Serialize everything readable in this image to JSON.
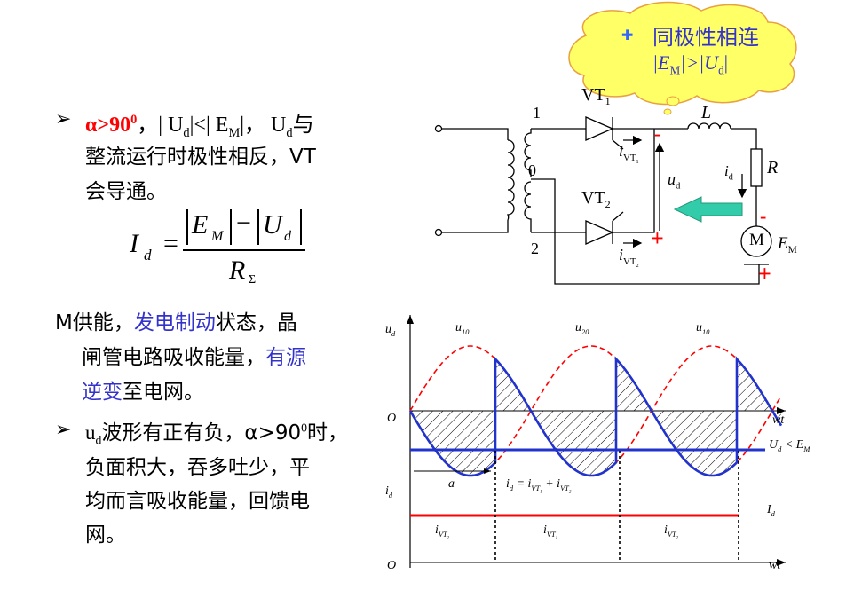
{
  "left_text": {
    "p1_lead": "α>90",
    "p1_sup": "0",
    "p1_a": "，| U",
    "p1_d1": "d",
    "p1_b": "|<| E",
    "p1_m": "M",
    "p1_c": "|， U",
    "p1_d2": "d",
    "p1_d": "与",
    "p1_line2": "整流运行时极性相反，VT",
    "p1_line3": "会导通。",
    "formula": {
      "lhs": "I",
      "lhs_sub": "d",
      "eq": "=",
      "num_a": "E",
      "num_a_sub": "M",
      "num_minus": "−",
      "num_b": "U",
      "num_b_sub": "d",
      "den": "R",
      "den_sub": "Σ"
    },
    "p2_a": "M供能，",
    "p2_blue1": "发电制动",
    "p2_b": "状态，晶",
    "p2_line2_a": "闸管电路吸收能量，",
    "p2_blue2": "有源",
    "p2_line3_blue": "逆变",
    "p2_line3_b": "至电网。",
    "p3_a": "u",
    "p3_d": "d",
    "p3_b": "波形有正有负，α>90",
    "p3_sup": "0",
    "p3_c": "时，",
    "p3_line2": "负面积大，吞多吐少，平",
    "p3_line3": "均而言吸收能量，回馈电",
    "p3_line4": "网。"
  },
  "cloud": {
    "bullet": "✚",
    "line1": "同极性相连",
    "line2_a": "|E",
    "line2_m": "M",
    "line2_b": "|>|U",
    "line2_d": "d",
    "line2_c": "|"
  },
  "circuit": {
    "vt1": "VT",
    "vt1_sub": "1",
    "vt2": "VT",
    "vt2_sub": "2",
    "node1": "1",
    "node0": "0",
    "node2": "2",
    "L": "L",
    "R": "R",
    "M": "M",
    "EM": "E",
    "EM_sub": "M",
    "ivt1": "i",
    "ivt1_sub": "VT",
    "ivt1_sub2": "1",
    "ivt2": "i",
    "ivt2_sub": "VT",
    "ivt2_sub2": "2",
    "ud": "u",
    "ud_sub": "d",
    "id": "i",
    "id_sub": "d",
    "minus": "-",
    "plus": "+"
  },
  "waveform": {
    "ud": "u",
    "ud_sub": "d",
    "u10a": "u",
    "u10a_sub": "10",
    "u20": "u",
    "u20_sub": "20",
    "u10b": "u",
    "u10b_sub": "10",
    "O1": "O",
    "wt1": "wt",
    "ud_em": "U",
    "ud_em_sub": "d",
    "ud_em_b": "< E",
    "ud_em_sub2": "M",
    "alpha": "a",
    "id_eq": "i",
    "id_eq_sub": "d",
    "id_eq_b": "= i",
    "id_eq_sub2": "VT",
    "id_eq_sub2b": "1",
    "id_eq_c": "+ i",
    "id_eq_sub3": "VT",
    "id_eq_sub3b": "2",
    "id_axis": "i",
    "id_axis_sub": "d",
    "Id": "I",
    "Id_sub": "d",
    "seg1": "i",
    "seg1_sub": "VT",
    "seg1_sub2": "2",
    "seg2": "i",
    "seg2_sub": "VT",
    "seg2_sub2": "1",
    "seg3": "i",
    "seg3_sub": "VT",
    "seg3_sub2": "2",
    "O2": "O",
    "wt2": "wt"
  },
  "colors": {
    "red": "#ff0000",
    "blue": "#3333cc",
    "cloud": "#ffff66",
    "arrow": "#33ccaa"
  }
}
